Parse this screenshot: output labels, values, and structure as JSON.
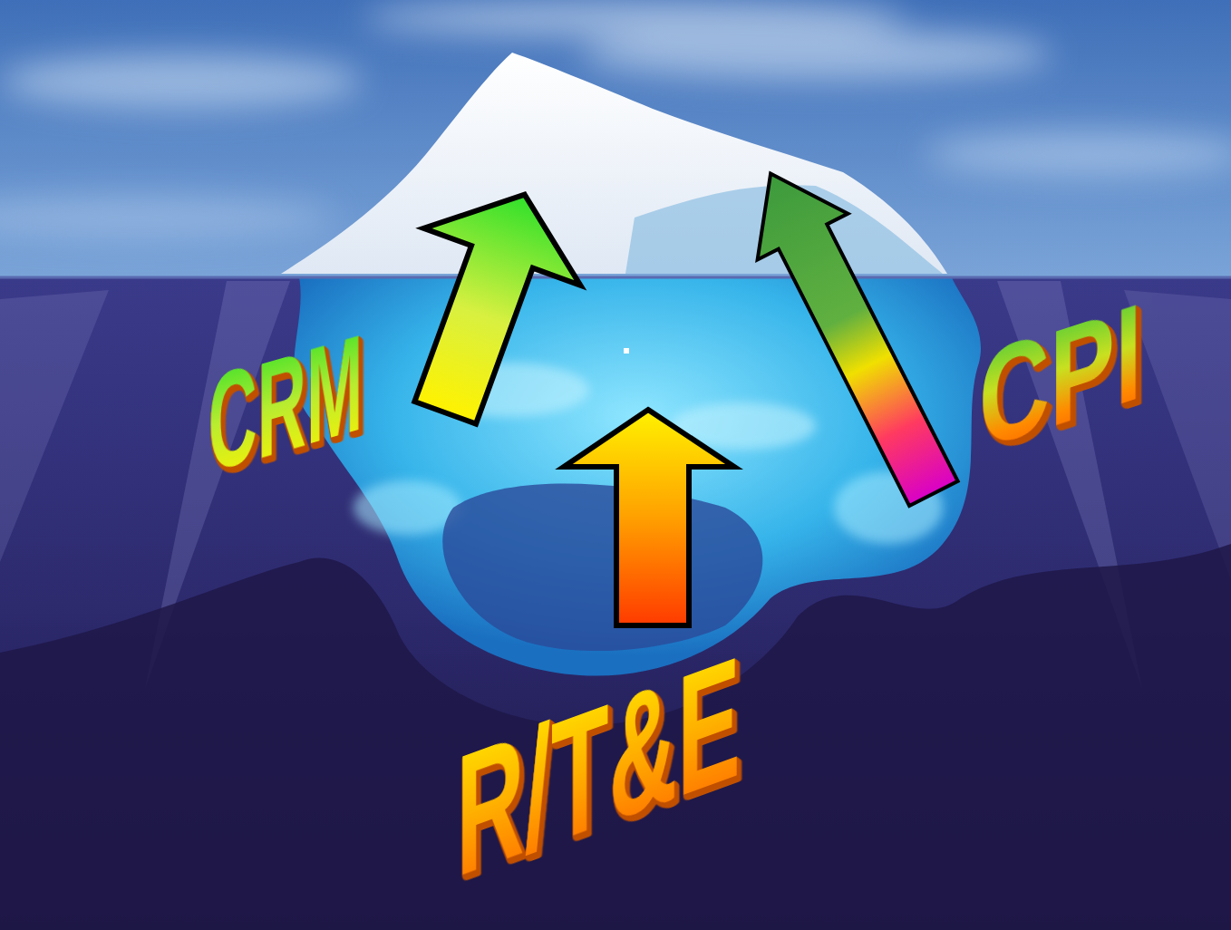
{
  "diagram": {
    "labels": [
      "CRM",
      "CPI",
      "R/T&E"
    ]
  }
}
